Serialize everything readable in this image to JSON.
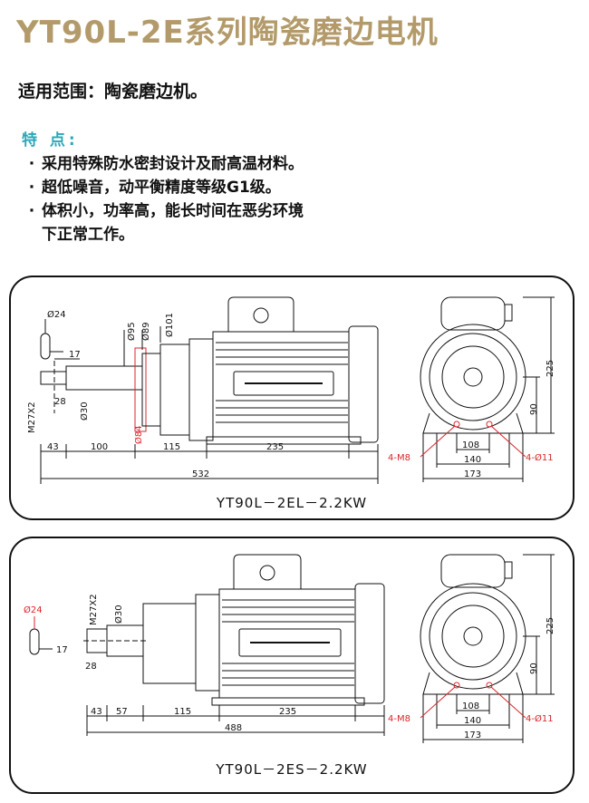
{
  "header": {
    "title": "YT90L-2E系列陶瓷磨边电机",
    "scope": "适用范围：陶瓷磨边机。"
  },
  "features": {
    "title": "特 点:",
    "items": [
      "采用特殊防水密封设计及耐高温材料。",
      "超低噪音，动平衡精度等级G1级。",
      "体积小，功率高，能长时间在恶劣环境"
    ],
    "continuation": "下正常工作。"
  },
  "colors": {
    "title": "#b39a6a",
    "feature_title": "#2aa7b8",
    "annotation_red": "#d9262b"
  },
  "drawing1": {
    "model": "YT90L－2EL－2.2KW",
    "dims": {
      "d24": "Ø24",
      "d17": "17",
      "d28": "28",
      "m27": "M27X2",
      "d30": "Ø30",
      "d95": "Ø95",
      "d89": "Ø89",
      "d101": "Ø101",
      "d84": "Ø84",
      "l43": "43",
      "l100": "100",
      "l115": "115",
      "l235": "235",
      "l532": "532"
    },
    "end": {
      "h225": "225",
      "h90": "90",
      "w108": "108",
      "w140": "140",
      "w173": "173",
      "m8": "4-M8",
      "o11": "4-Ø11"
    }
  },
  "drawing2": {
    "model": "YT90L－2ES－2.2KW",
    "dims": {
      "d24": "Ø24",
      "d17": "17",
      "d28": "28",
      "m27": "M27X2",
      "d30": "Ø30",
      "l43": "43",
      "l57": "57",
      "l115": "115",
      "l235": "235",
      "l488": "488"
    },
    "end": {
      "h225": "225",
      "h90": "90",
      "w108": "108",
      "w140": "140",
      "w173": "173",
      "m8": "4-M8",
      "o11": "4-Ø11"
    }
  }
}
